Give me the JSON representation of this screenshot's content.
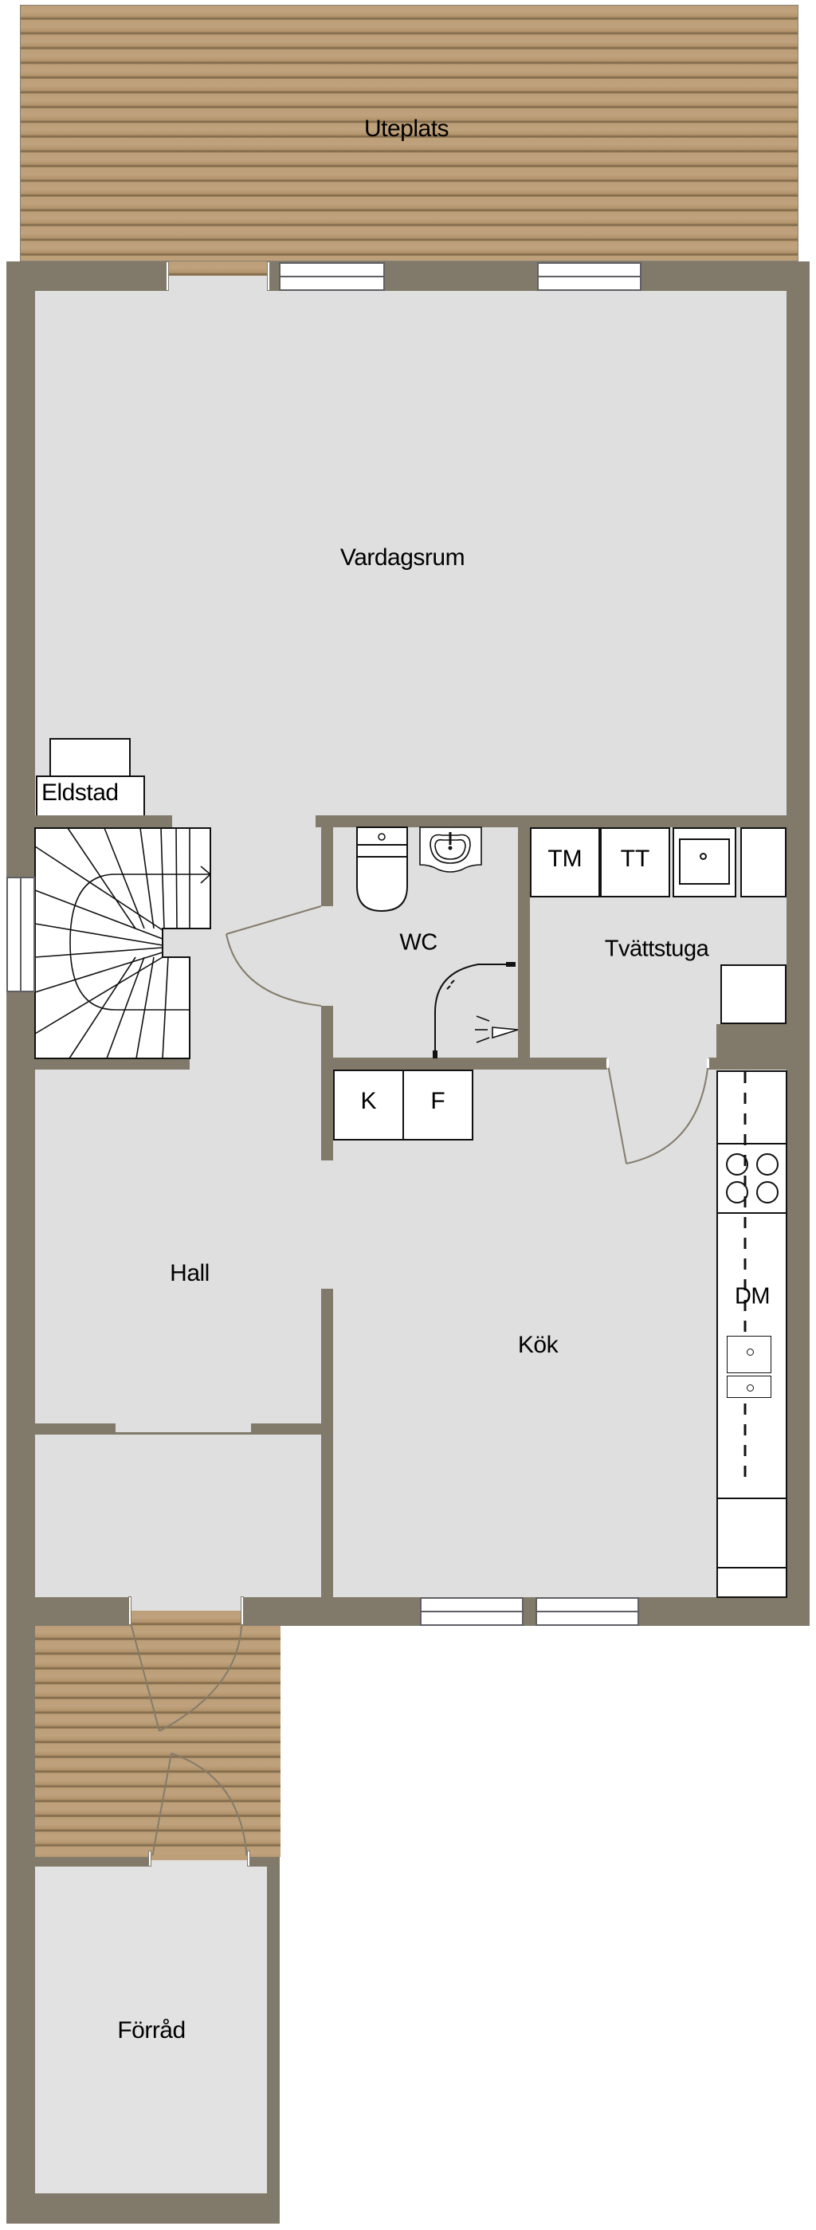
{
  "plan": {
    "colors": {
      "wall": "#817a6b",
      "floor": "#dfdfdf",
      "deck": "#b8986f",
      "fixture": "#ffffff",
      "text": "#000000"
    },
    "rooms": [
      {
        "id": "uteplats",
        "label": "Uteplats"
      },
      {
        "id": "vardagsrum",
        "label": "Vardagsrum"
      },
      {
        "id": "eldstad",
        "label": "Eldstad"
      },
      {
        "id": "wc",
        "label": "WC"
      },
      {
        "id": "tvattstuga",
        "label": "Tvättstuga"
      },
      {
        "id": "hall",
        "label": "Hall"
      },
      {
        "id": "kok",
        "label": "Kök"
      },
      {
        "id": "forrad",
        "label": "Förråd"
      }
    ],
    "fixtures": {
      "laundry": [
        {
          "label": "TM"
        },
        {
          "label": "TT"
        }
      ],
      "fridge_freezer": [
        {
          "label": "K"
        },
        {
          "label": "F"
        }
      ],
      "kitchen": {
        "dishwasher_label": "DM"
      }
    }
  }
}
